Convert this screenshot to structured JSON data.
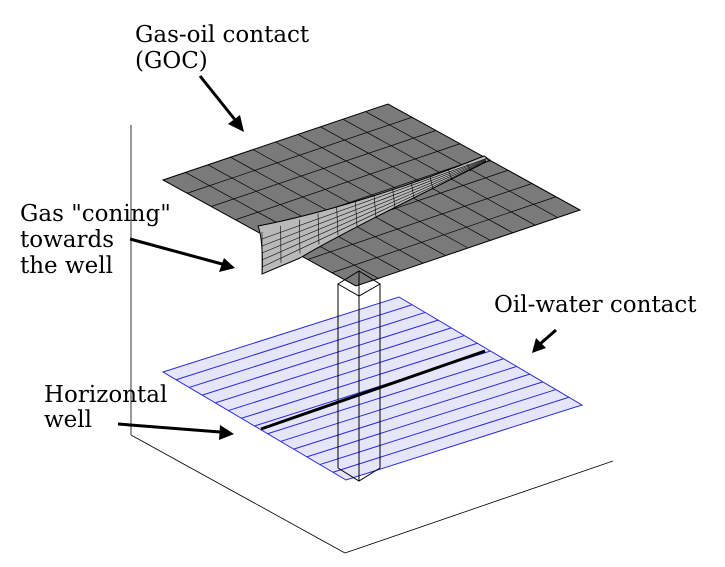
{
  "labels": {
    "goc_line1": "Gas-oil contact",
    "goc_line2": "(GOC)",
    "coning_line1": "Gas \"coning\"",
    "coning_line2": "towards",
    "coning_line3": "the well",
    "owc": "Oil-water contact",
    "well_line1": "Horizontal",
    "well_line2": "well"
  },
  "colors": {
    "goc_surface": "#7a7a7a",
    "owc_plane": "#e6e6fa",
    "owc_grid": "#2a2ad8",
    "well": "#000000"
  }
}
